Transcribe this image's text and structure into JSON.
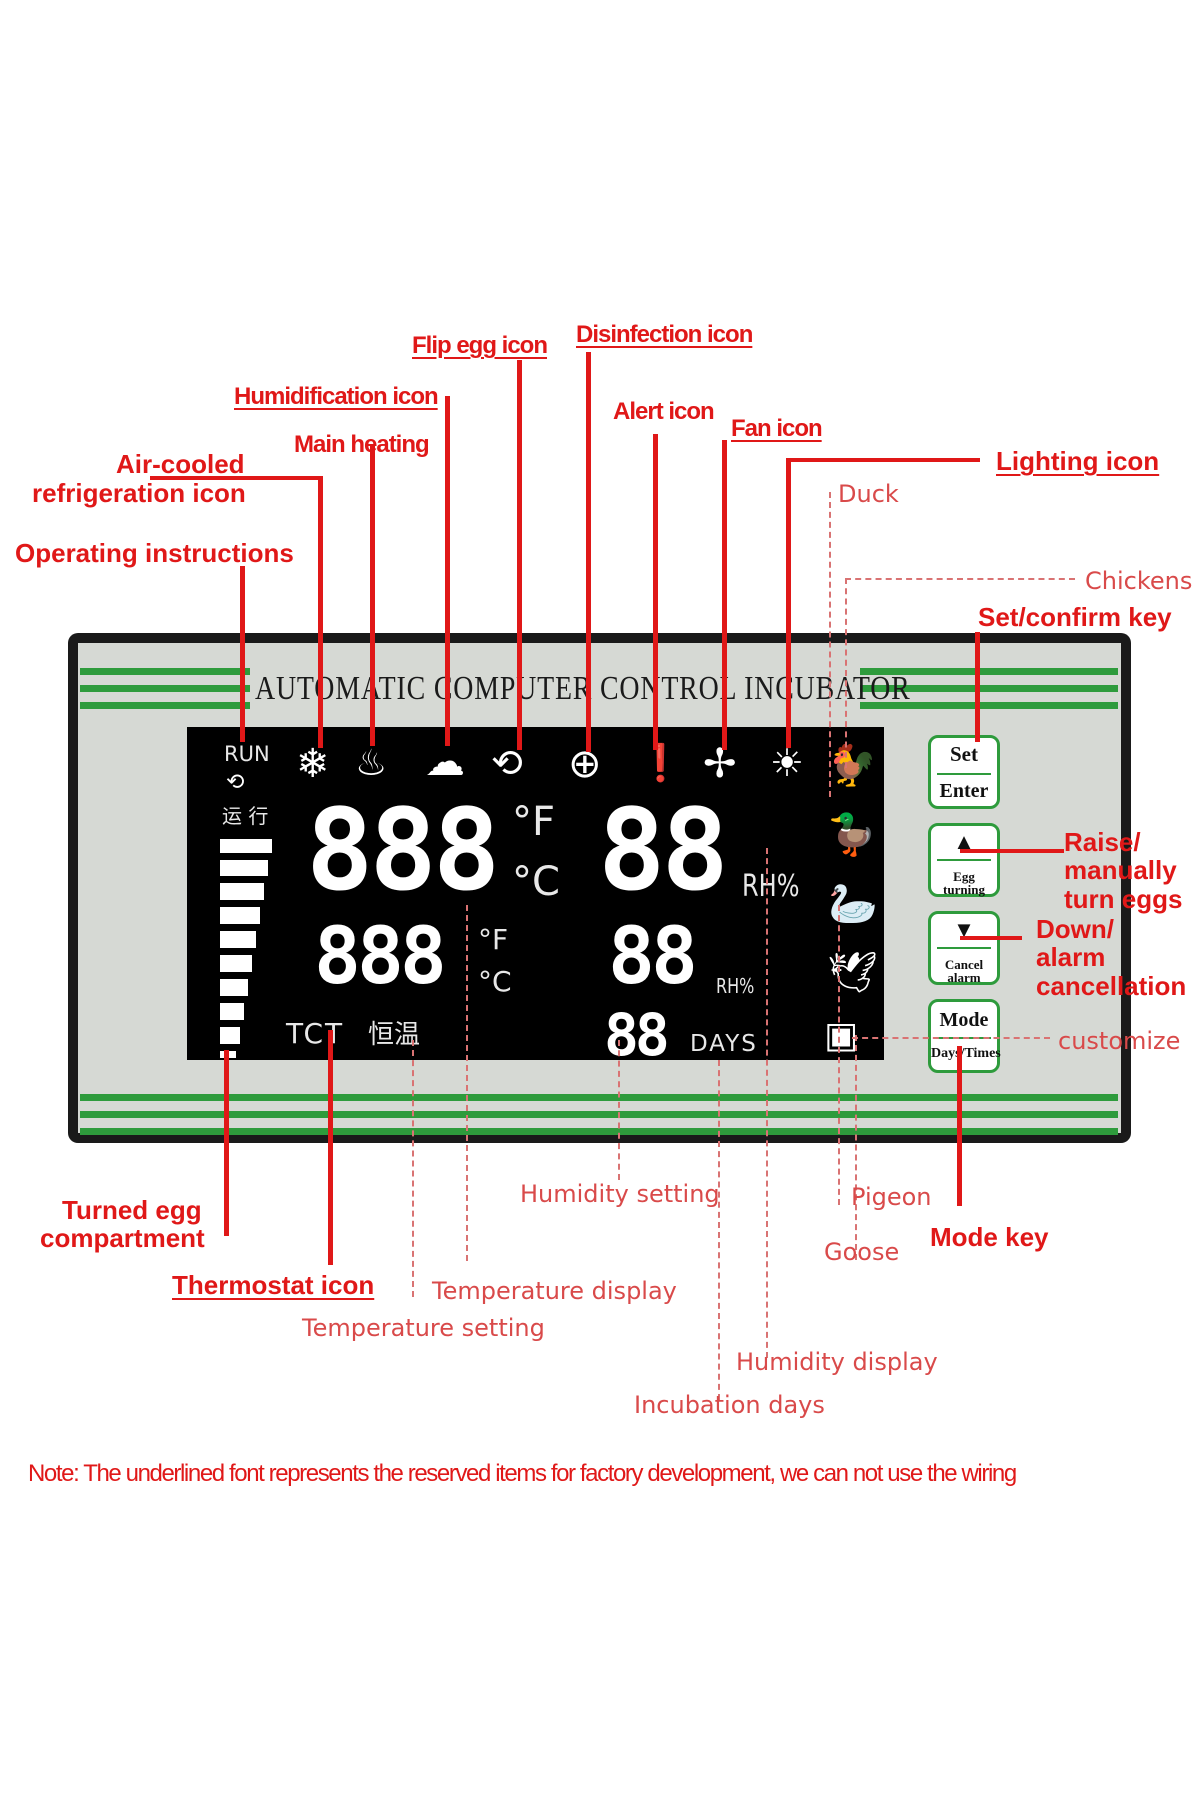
{
  "device": {
    "title": "AUTOMATIC COMPUTER CONTROL INCUBATOR",
    "colors": {
      "stripe": "#2e9b3c",
      "lcd": "#000000",
      "frame": "#1a1a1a",
      "label_red": "#e01818"
    },
    "lcd": {
      "run": "RUN",
      "run_cn": "运 行",
      "temp_display": "888",
      "temp_unit_f": "°F",
      "temp_unit_c": "°C",
      "temp_setting": "888",
      "temp_setting_unit_f": "°F",
      "temp_setting_unit_c": "°C",
      "humidity_display": "88",
      "humidity_unit": "RH%",
      "humidity_setting": "88",
      "humidity_setting_unit": "RH%",
      "days_value": "88",
      "days_unit": "DAYS",
      "tct": "TCT",
      "tct_cn": "恒温"
    },
    "keys": {
      "set_top": "Set",
      "set_bottom": "Enter",
      "up_glyph": "▲",
      "up_bottom": "Egg turning",
      "down_glyph": "▼",
      "down_bottom": "Cancel alarm",
      "mode_top": "Mode",
      "mode_bottom": "Days/Times"
    }
  },
  "icons": [
    "snowflake-icon",
    "flame-icon",
    "rain-cloud-icon",
    "flip-egg-icon",
    "plus-circle-icon",
    "alert-icon",
    "fan-icon",
    "light-bulb-icon",
    "rooster-icon",
    "duck-icon",
    "goose-icon",
    "pigeon-icon",
    "custom-icon"
  ],
  "labels": {
    "flip_egg_icon": "Flip egg icon",
    "disinfection_icon": "Disinfection icon",
    "humidification_icon": "Humidification icon",
    "alert_icon": "Alert icon",
    "main_heating": "Main heating",
    "fan_icon": "Fan icon",
    "air_cooled_1": "Air-cooled",
    "air_cooled_2": "refrigeration icon",
    "lighting_icon": "Lighting icon",
    "duck": "Duck",
    "operating_instructions": "Operating instructions",
    "chickens": "Chickens",
    "set_confirm_key": "Set/confirm key",
    "raise_1": "Raise/",
    "raise_2": "manually",
    "raise_3": "turn eggs",
    "down_1": "Down/",
    "down_2": "alarm",
    "down_3": "cancellation",
    "customize": "customize",
    "humidity_setting": "Humidity setting",
    "pigeon": "Pigeon",
    "turned_egg_1": "Turned egg",
    "turned_egg_2": "compartment",
    "mode_key": "Mode key",
    "goose": "Goose",
    "thermostat_icon": "Thermostat icon",
    "temperature_display": "Temperature display",
    "temperature_setting": "Temperature setting",
    "humidity_display": "Humidity display",
    "incubation_days": "Incubation days"
  },
  "note": "Note: The underlined font represents the reserved items for factory development, we can not use the wiring"
}
